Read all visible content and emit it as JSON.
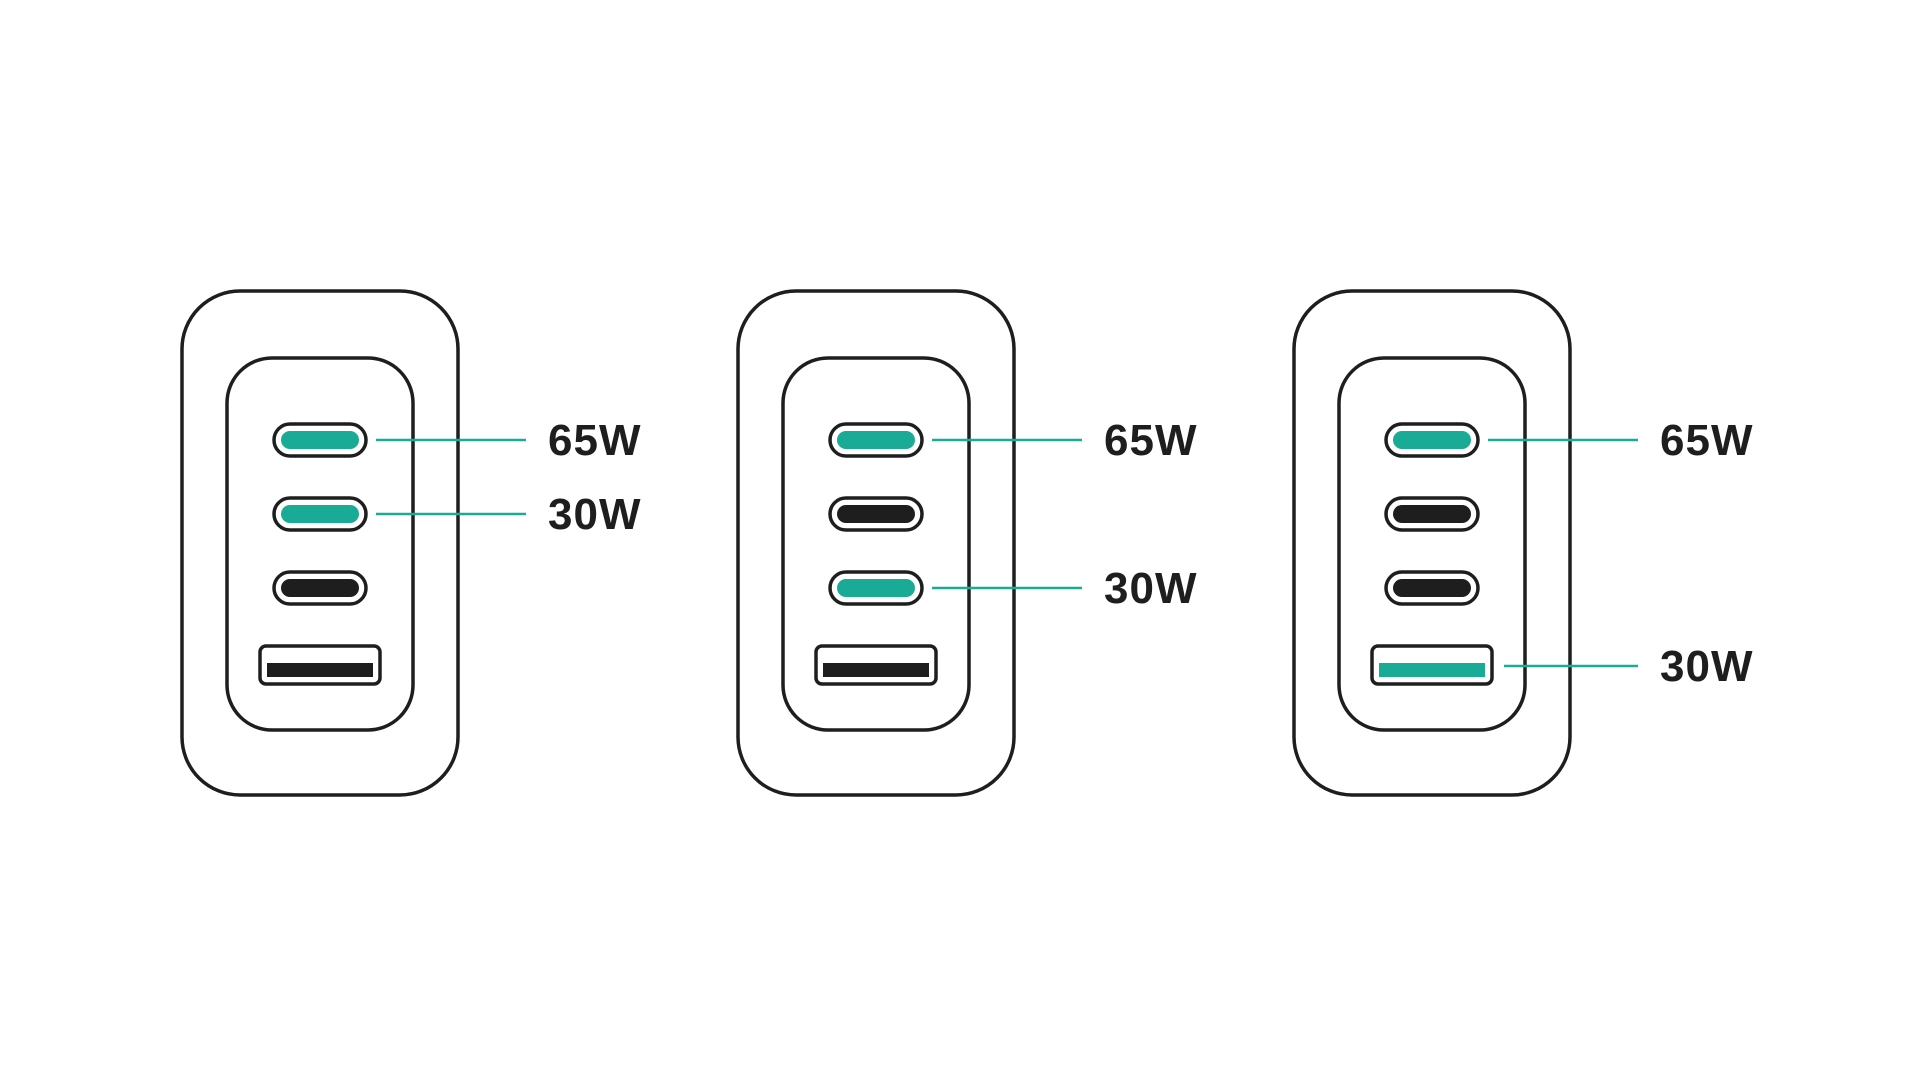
{
  "colors": {
    "outline": "#1e1e1e",
    "active": "#1aab96",
    "inactive": "#1e1e1e",
    "background": "#ffffff"
  },
  "configurations": [
    {
      "ports": [
        {
          "type": "usb-c",
          "active": true
        },
        {
          "type": "usb-c",
          "active": true
        },
        {
          "type": "usb-c",
          "active": false
        },
        {
          "type": "usb-a",
          "active": false
        }
      ],
      "labels": [
        {
          "text": "65W",
          "port_index": 0
        },
        {
          "text": "30W",
          "port_index": 1
        }
      ]
    },
    {
      "ports": [
        {
          "type": "usb-c",
          "active": true
        },
        {
          "type": "usb-c",
          "active": false
        },
        {
          "type": "usb-c",
          "active": true
        },
        {
          "type": "usb-a",
          "active": false
        }
      ],
      "labels": [
        {
          "text": "65W",
          "port_index": 0
        },
        {
          "text": "30W",
          "port_index": 2
        }
      ]
    },
    {
      "ports": [
        {
          "type": "usb-c",
          "active": true
        },
        {
          "type": "usb-c",
          "active": false
        },
        {
          "type": "usb-c",
          "active": false
        },
        {
          "type": "usb-a",
          "active": true
        }
      ],
      "labels": [
        {
          "text": "65W",
          "port_index": 0
        },
        {
          "text": "30W",
          "port_index": 3
        }
      ]
    }
  ]
}
